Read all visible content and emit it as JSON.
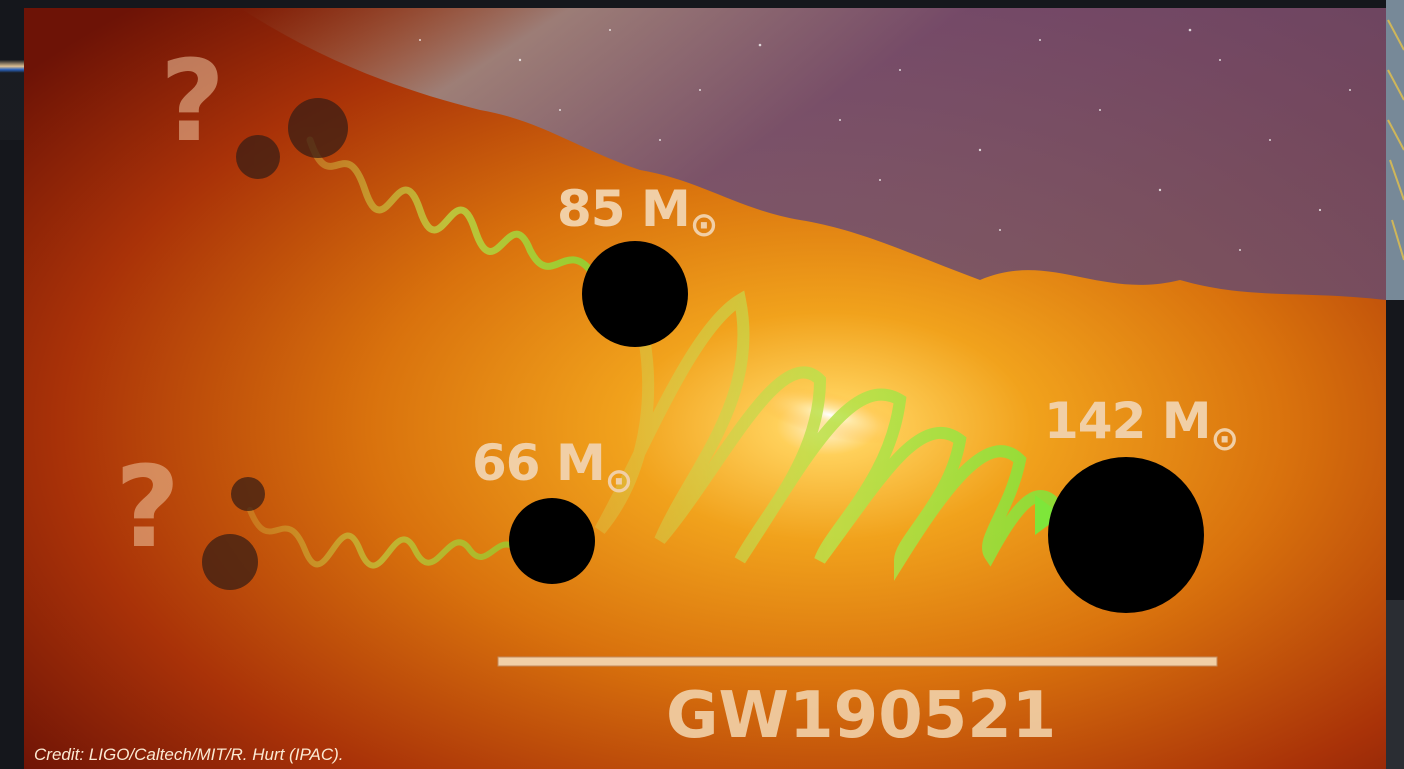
{
  "figure": {
    "event_name": "GW190521",
    "credit": "Credit: LIGO/Caltech/MIT/R. Hurt (IPAC).",
    "question_mark": "?",
    "masses": [
      {
        "id": "black-hole-85",
        "value": "85 M",
        "symbol": "⊙"
      },
      {
        "id": "black-hole-66",
        "value": "66 M",
        "symbol": "⊙"
      },
      {
        "id": "black-hole-142",
        "value": "142 M",
        "symbol": "⊙"
      }
    ]
  },
  "colors": {
    "wave_green": "#9be03a",
    "label_cream": "#f1cfa6",
    "sky_purple": "#6b4d78",
    "fire_orange": "#e2860f",
    "deep_red": "#8a1a06"
  }
}
